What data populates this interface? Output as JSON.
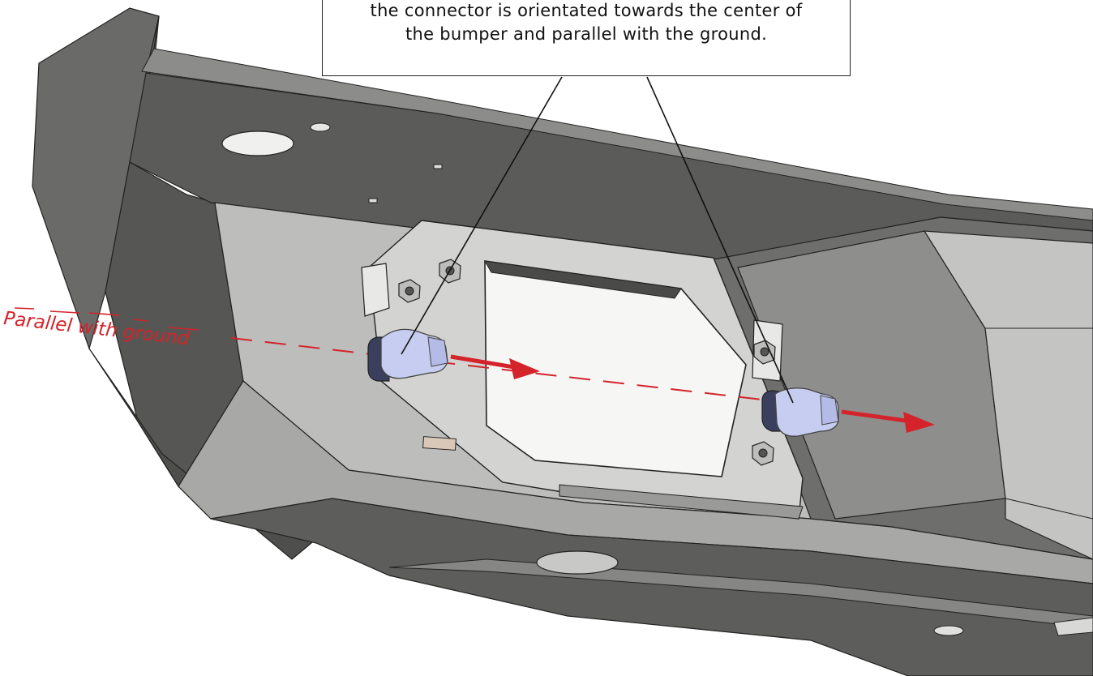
{
  "callout": {
    "line1": "the connector is orientated towards the center of",
    "line2": "the bumper and parallel with the ground."
  },
  "annotation": {
    "label": "Parallel with ground"
  },
  "colors": {
    "annotation_red": "#d4232a",
    "steel_light": "#c9c9c7",
    "steel_mid": "#9e9e9c",
    "steel_dark": "#5f5f5d",
    "connector_blue": "#c7cdf0"
  }
}
